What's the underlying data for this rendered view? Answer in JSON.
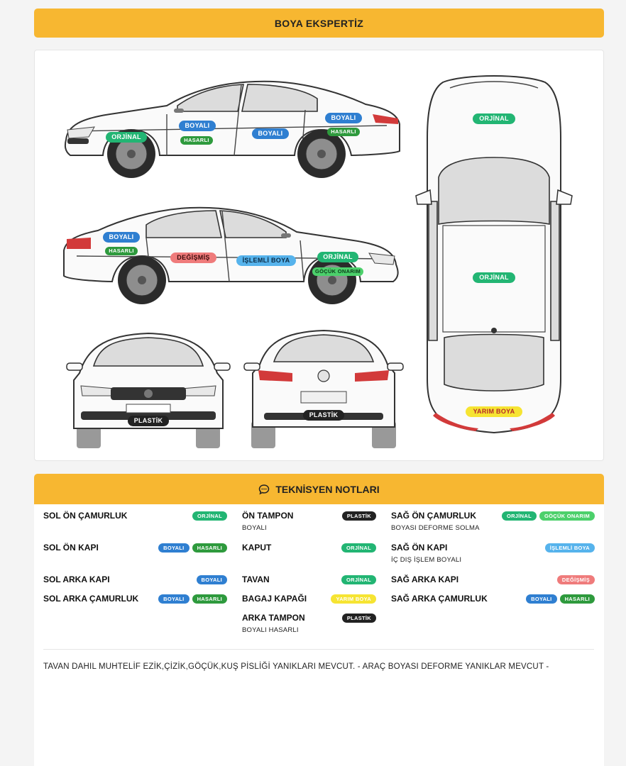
{
  "header": {
    "title": "BOYA EKSPERTİZ"
  },
  "diagram": {
    "labels": {
      "side_right_front_fender": "ORJİNAL",
      "side_right_front_door_1": "BOYALI",
      "side_right_front_door_2": "HASARLI",
      "side_right_rear_door": "BOYALI",
      "side_right_rear_fender_1": "BOYALI",
      "side_right_rear_fender_2": "HASARLI",
      "side_left_rear_fender_1": "BOYALI",
      "side_left_rear_fender_2": "HASARLI",
      "side_left_rear_door": "DEĞİŞMİŞ",
      "side_left_front_door": "İŞLEMLİ BOYA",
      "side_left_front_fender_1": "ORJİNAL",
      "side_left_front_fender_2": "GÖÇÜK ONARIM",
      "front_bumper": "PLASTİK",
      "rear_bumper": "PLASTİK",
      "top_hood": "ORJİNAL",
      "top_roof": "ORJİNAL",
      "top_trunk": "YARIM BOYA"
    }
  },
  "notes": {
    "title": "TEKNİSYEN NOTLARI",
    "items": [
      {
        "title": "SOL ÖN ÇAMURLUK",
        "badges": [
          "ORJİNAL"
        ],
        "sub": ""
      },
      {
        "title": "SOL ÖN KAPI",
        "badges": [
          "BOYALI",
          "HASARLI"
        ],
        "sub": ""
      },
      {
        "title": "SOL ARKA KAPI",
        "badges": [
          "BOYALI"
        ],
        "sub": ""
      },
      {
        "title": "SOL ARKA ÇAMURLUK",
        "badges": [
          "BOYALI",
          "HASARLI"
        ],
        "sub": ""
      },
      {
        "title": "ÖN TAMPON",
        "badges": [
          "PLASTİK"
        ],
        "sub": "BOYALI"
      },
      {
        "title": "KAPUT",
        "badges": [
          "ORJİNAL"
        ],
        "sub": ""
      },
      {
        "title": "TAVAN",
        "badges": [
          "ORJİNAL"
        ],
        "sub": ""
      },
      {
        "title": "BAGAJ KAPAĞI",
        "badges": [
          "YARIM BOYA"
        ],
        "sub": ""
      },
      {
        "title": "ARKA TAMPON",
        "badges": [
          "PLASTİK"
        ],
        "sub": "BOYALI HASARLI"
      },
      {
        "title": "SAĞ ÖN ÇAMURLUK",
        "badges": [
          "ORJİNAL",
          "GÖÇÜK ONARIM"
        ],
        "sub": "BOYASI DEFORME SOLMA"
      },
      {
        "title": "SAĞ ÖN KAPI",
        "badges": [
          "İŞLEMLİ BOYA"
        ],
        "sub": "İÇ DIŞ İŞLEM BOYALI"
      },
      {
        "title": "SAĞ ARKA KAPI",
        "badges": [
          "DEĞİŞMİŞ"
        ],
        "sub": ""
      },
      {
        "title": "SAĞ ARKA ÇAMURLUK",
        "badges": [
          "BOYALI",
          "HASARLI"
        ],
        "sub": ""
      }
    ],
    "summary": "TAVAN DAHIL MUHTELİF EZİK,ÇİZİK,GÖÇÜK,KUŞ PİSLİĞİ YANIKLARI MEVCUT. - ARAÇ BOYASI DEFORME YANIKLAR MEVCUT -"
  },
  "colors": {
    "header": "#f7b731",
    "orjinal": "#22b573",
    "boyali": "#2f7fd1",
    "hasarli": "#2e9a3d",
    "degismis": "#ef7b7b",
    "islemli_boya": "#56b3ec",
    "yarim_boya": "#f6e432",
    "plastik": "#222222",
    "gocuk_onarim": "#4cd06b"
  }
}
